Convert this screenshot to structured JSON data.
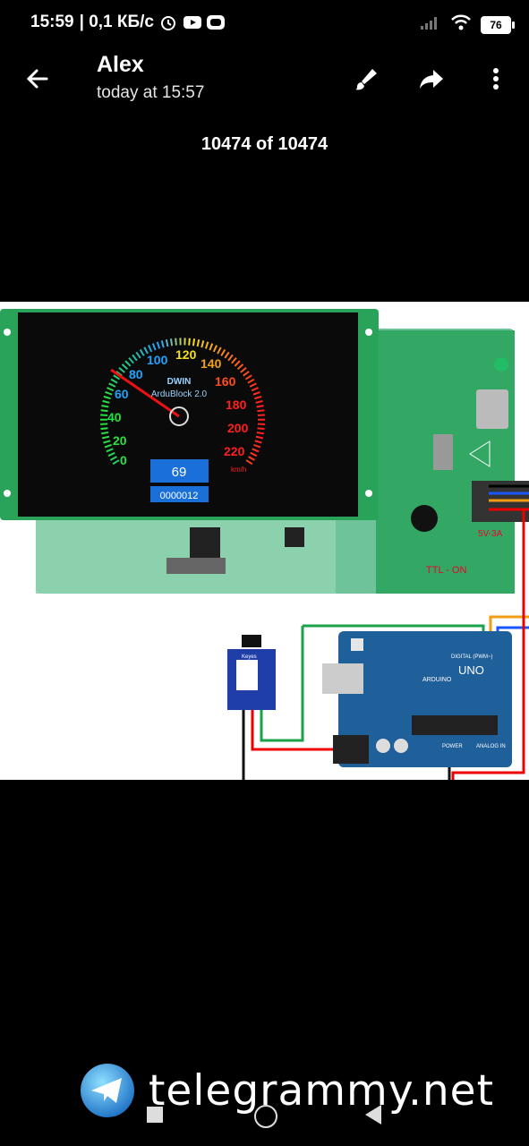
{
  "status_bar": {
    "time": "15:59",
    "speed": "| 0,1 КБ/с",
    "battery": "76",
    "icons": [
      "alarm-icon",
      "youtube-icon",
      "chat-icon",
      "signal-icon",
      "wifi-icon",
      "battery-icon"
    ]
  },
  "header": {
    "sender": "Alex",
    "timestamp": "today at 15:57",
    "counter": "10474 of 10474"
  },
  "photo": {
    "display": {
      "brand": "DWIN",
      "subtitle": "ArduBlock 2.0",
      "speed_value": "69",
      "odometer": "0000012",
      "unit": "km/h",
      "gauge_labels": [
        "0",
        "20",
        "40",
        "60",
        "80",
        "100",
        "120",
        "140",
        "160",
        "180",
        "200",
        "220"
      ]
    },
    "board_labels": {
      "ttl": "TTL - ON",
      "voltage": "5V-3A",
      "arduino": "UNO",
      "arduino_brand": "ARDUINO",
      "digital": "DIGITAL (PWM~)",
      "analog": "ANALOG IN",
      "power": "POWER",
      "sensor": "Keyes"
    }
  },
  "watermark": {
    "text": "telegrammy.net"
  },
  "colors": {
    "background": "#000000",
    "screen_bg": "#0a0a0a",
    "pcb": "#2aa35a",
    "arduino": "#1f5f9a"
  }
}
